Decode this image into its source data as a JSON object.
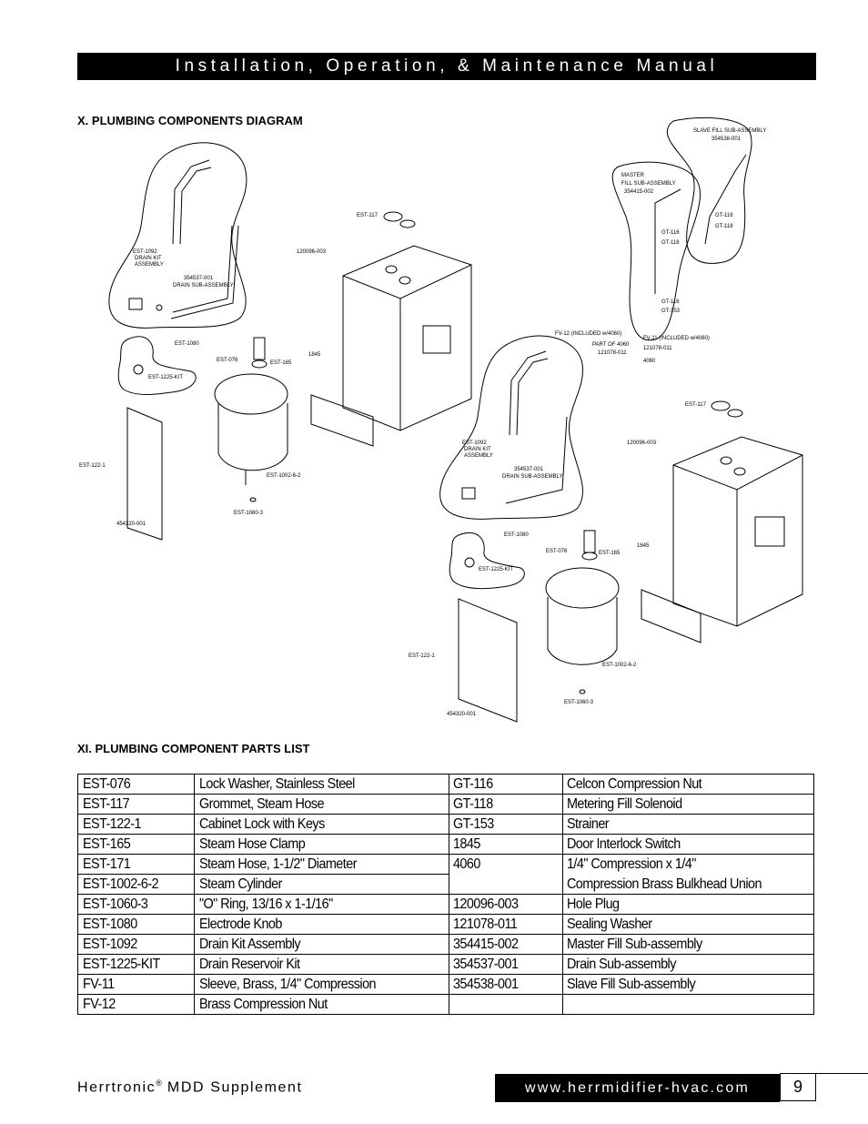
{
  "header": {
    "title": "Installation, Operation, & Maintenance Manual"
  },
  "sections": {
    "diagram_title": "X. PLUMBING COMPONENTS DIAGRAM",
    "parts_title": "XI. PLUMBING COMPONENT PARTS LIST"
  },
  "diagram_labels": {
    "slave_fill_1": "SLAVE FILL SUB-ASSEMBLY",
    "slave_fill_2": "354538-001",
    "master_fill_1": "MASTER",
    "master_fill_2": "FILL SUB-ASSEMBLY",
    "master_fill_3": "354415-002",
    "gt116_a": "GT-116",
    "gt118_a": "GT-118",
    "gt116_b": "GT-116",
    "gt118_b": "GT-118",
    "gt116_c": "GT-116",
    "gt153": "GT-153",
    "fv12": "FV-12 (INCLUDED w/4060)",
    "part_of_4060": "PART OF 4060",
    "p121078_a": "121078-011",
    "fv11": "FV-11 (INCLUDED w/4060)",
    "p121078_b": "121078-011",
    "p4060": "4060",
    "est117_a": "EST-117",
    "p120096_a": "120096-003",
    "est1092_a1": "EST-1092",
    "est1092_a2": "DRAIN KIT",
    "est1092_a3": "ASSEMBLY",
    "p354537_a1": "354537-001",
    "p354537_a2": "DRAIN SUB-ASSEMBLY",
    "est1080_a": "EST-1080",
    "est076_a": "EST-076",
    "est165_a": "EST-165",
    "p1845_a": "1845",
    "est1225_a": "EST-1225-KIT",
    "est1221_a": "EST-122-1",
    "est10026_a": "EST-1002-6-2",
    "est10603_a": "EST-1060-3",
    "p454320_a": "454320-001",
    "est117_b": "EST-117",
    "p120096_b": "120096-003",
    "est1092_b1": "EST-1092",
    "est1092_b2": "DRAIN KIT",
    "est1092_b3": "ASSEMBLY",
    "p354537_b1": "354537-001",
    "p354537_b2": "DRAIN SUB-ASSEMBLY",
    "est1080_b": "EST-1080",
    "est076_b": "EST-076",
    "est165_b": "EST-165",
    "p1845_b": "1845",
    "est1225_b": "EST-1225-KIT",
    "est1221_b": "EST-122-1",
    "est10026_b": "EST-1002-6-2",
    "est10603_b": "EST-1060-3",
    "p454320_b": "454320-001"
  },
  "parts": {
    "rows": [
      {
        "a_num": "EST-076",
        "a_desc": "Lock Washer, Stainless Steel",
        "b_num": "GT-116",
        "b_desc": "Celcon Compression Nut"
      },
      {
        "a_num": "EST-117",
        "a_desc": "Grommet, Steam Hose",
        "b_num": "GT-118",
        "b_desc": "Metering Fill Solenoid"
      },
      {
        "a_num": "EST-122-1",
        "a_desc": "Cabinet Lock with Keys",
        "b_num": "GT-153",
        "b_desc": "Strainer"
      },
      {
        "a_num": "EST-165",
        "a_desc": "Steam Hose Clamp",
        "b_num": "1845",
        "b_desc": "Door Interlock Switch"
      },
      {
        "a_num": "EST-171",
        "a_desc": "Steam Hose, 1-1/2\" Diameter",
        "b_num": "4060",
        "b_desc": "1/4\" Compression x 1/4\""
      },
      {
        "a_num": "EST-1002-6-2",
        "a_desc": "Steam Cylinder",
        "b_num": "",
        "b_desc": "Compression Brass Bulkhead Union"
      },
      {
        "a_num": "EST-1060-3",
        "a_desc": "\"O\" Ring, 13/16 x 1-1/16\"",
        "b_num": "120096-003",
        "b_desc": "Hole Plug"
      },
      {
        "a_num": "EST-1080",
        "a_desc": "Electrode Knob",
        "b_num": "121078-011",
        "b_desc": "Sealing Washer"
      },
      {
        "a_num": "EST-1092",
        "a_desc": "Drain Kit Assembly",
        "b_num": "354415-002",
        "b_desc": "Master Fill Sub-assembly"
      },
      {
        "a_num": "EST-1225-KIT",
        "a_desc": "Drain Reservoir Kit",
        "b_num": "354537-001",
        "b_desc": "Drain Sub-assembly"
      },
      {
        "a_num": "FV-11",
        "a_desc": "Sleeve, Brass, 1/4\" Compression",
        "b_num": "354538-001",
        "b_desc": "Slave Fill Sub-assembly"
      },
      {
        "a_num": "FV-12",
        "a_desc": "Brass Compression Nut",
        "b_num": "",
        "b_desc": ""
      }
    ]
  },
  "footer": {
    "brand": "Herrtronic",
    "registered": "®",
    "supplement": " MDD Supplement",
    "url": "www.herrmidifier-hvac.com",
    "page_number": "9"
  }
}
